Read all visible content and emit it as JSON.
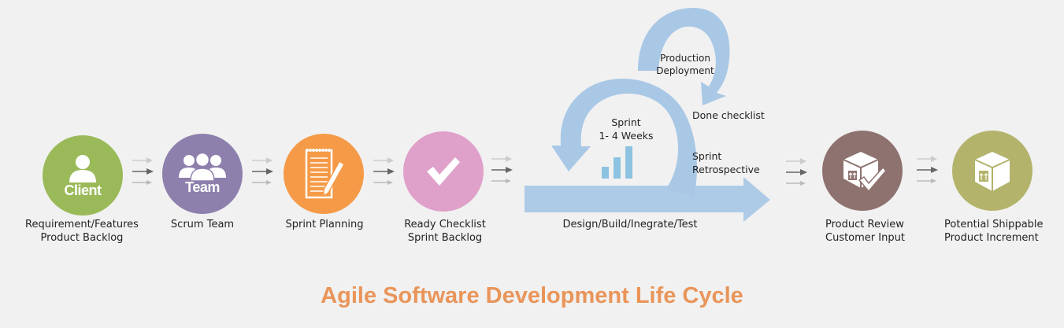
{
  "stages": [
    {
      "id": "client",
      "icon": "user-icon",
      "badge": "Client",
      "caption_lines": [
        "Requirement/Features",
        "Product Backlog"
      ],
      "color": "#9aba59"
    },
    {
      "id": "team",
      "icon": "group-icon",
      "badge": "Team",
      "caption_lines": [
        "Scrum Team"
      ],
      "color": "#8e80ad"
    },
    {
      "id": "planning",
      "icon": "notepad-pen-icon",
      "badge": "",
      "caption_lines": [
        "Sprint Planning"
      ],
      "color": "#f59a47"
    },
    {
      "id": "ready",
      "icon": "checkmark-icon",
      "badge": "",
      "caption_lines": [
        "Ready Checklist",
        "Sprint Backlog"
      ],
      "color": "#dfa1c9"
    },
    {
      "id": "review",
      "icon": "box-check-icon",
      "badge": "",
      "caption_lines": [
        "Product Review",
        "Customer Input"
      ],
      "color": "#8e7270"
    },
    {
      "id": "shippable",
      "icon": "box-icon",
      "badge": "",
      "caption_lines": [
        "Potential Shippable",
        "Product Increment"
      ],
      "color": "#b3b36c"
    }
  ],
  "sprint_cycle": {
    "center_lines": [
      "Sprint",
      "1- 4 Weeks"
    ],
    "production_lines": [
      "Production",
      "Deployment"
    ],
    "done": "Done checklist",
    "retro_lines": [
      "Sprint",
      "Retrospective"
    ],
    "bottom": "Design/Build/Inegrate/Test",
    "arrow_color": "#a9c8e6",
    "bars_color": "#8cc3e0"
  },
  "title": "Agile Software Development Life Cycle",
  "title_color": "#e9955a"
}
